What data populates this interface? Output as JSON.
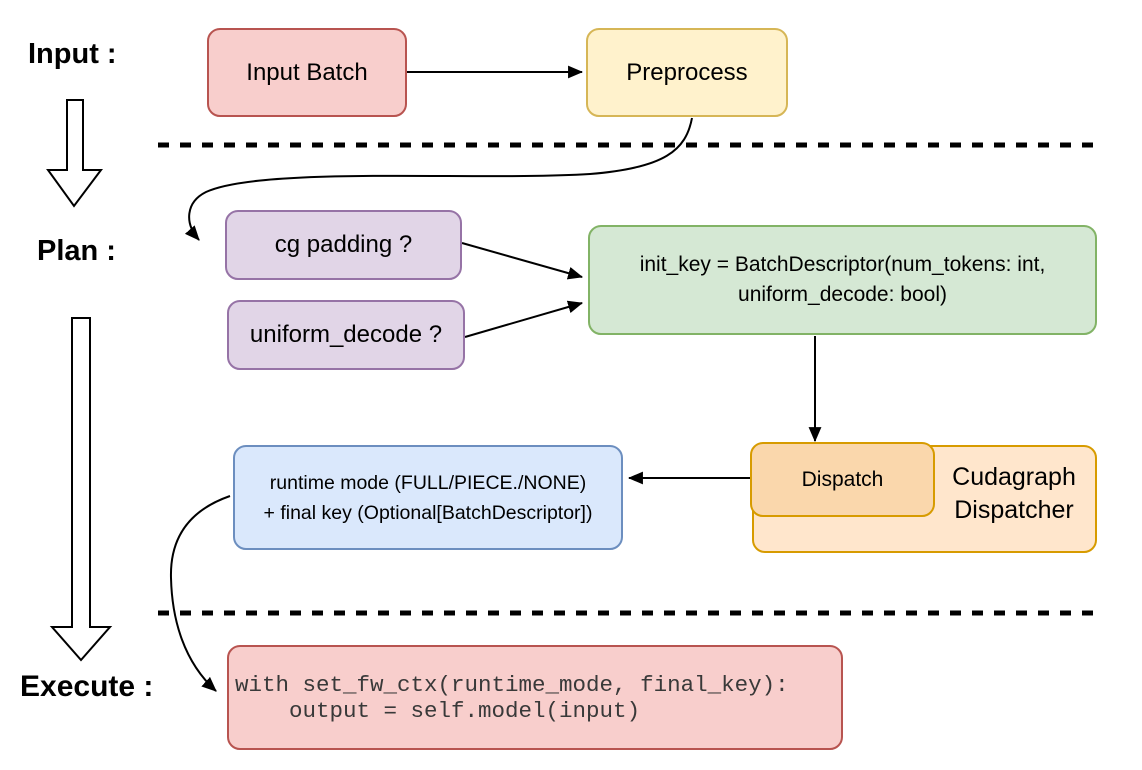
{
  "sections": {
    "input": "Input :",
    "plan": "Plan :",
    "execute": "Execute :"
  },
  "nodes": {
    "input_batch": {
      "label": "Input Batch",
      "fill": "#f8cecc",
      "stroke": "#b85450"
    },
    "preprocess": {
      "label": "Preprocess",
      "fill": "#fff2cc",
      "stroke": "#d6b656"
    },
    "cg_padding": {
      "label": "cg padding ?",
      "fill": "#e1d5e7",
      "stroke": "#9673a6"
    },
    "uniform_decode": {
      "label": "uniform_decode ?",
      "fill": "#e1d5e7",
      "stroke": "#9673a6"
    },
    "init_key": {
      "lines": [
        "init_key = BatchDescriptor(num_tokens: int,",
        "uniform_decode: bool)"
      ],
      "fill": "#d5e8d4",
      "stroke": "#82b366"
    },
    "runtime_mode": {
      "lines": [
        "runtime mode (FULL/PIECE./NONE)",
        "+ final key (Optional[BatchDescriptor])"
      ],
      "fill": "#dae8fc",
      "stroke": "#6c8ebf"
    },
    "dispatch": {
      "label": "Dispatch",
      "fill": "#fad7ac",
      "stroke": "#d79b00"
    },
    "cudagraph_dispatcher": {
      "lines": [
        "Cudagraph",
        "Dispatcher"
      ],
      "fill": "#ffe6cc",
      "stroke": "#d79b00"
    },
    "execute_code": {
      "lines": [
        "with set_fw_ctx(runtime_mode, final_key):",
        "    output = self.model(input)"
      ],
      "fill": "#f8cecc",
      "stroke": "#b85450"
    }
  },
  "colors": {
    "line": "#000000",
    "background": "#ffffff"
  }
}
